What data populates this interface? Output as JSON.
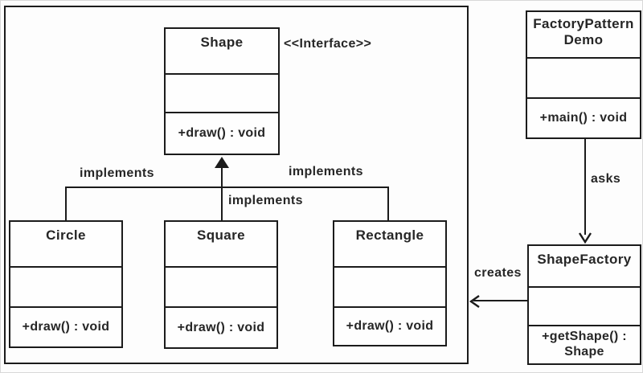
{
  "diagram": {
    "type": "uml-class-diagram",
    "subject": "Factory Pattern",
    "interface_stereotype": "<<Interface>>",
    "classes": {
      "shape": {
        "name": "Shape",
        "attributes": "",
        "method": "+draw() : void"
      },
      "circle": {
        "name": "Circle",
        "attributes": "",
        "method": "+draw() : void"
      },
      "square": {
        "name": "Square",
        "attributes": "",
        "method": "+draw() : void"
      },
      "rectangle": {
        "name": "Rectangle",
        "attributes": "",
        "method": "+draw() : void"
      },
      "demo": {
        "name": "FactoryPattern\nDemo",
        "attributes": "",
        "method": "+main() : void"
      },
      "factory": {
        "name": "ShapeFactory",
        "attributes": "",
        "method": "+getShape() :\nShape"
      }
    },
    "labels": {
      "implements_left": "implements",
      "implements_middle": "implements",
      "implements_right": "implements",
      "asks": "asks",
      "creates": "creates"
    },
    "colors": {
      "line": "#1b1b1b",
      "text": "#262626",
      "background": "#ffffff"
    }
  }
}
